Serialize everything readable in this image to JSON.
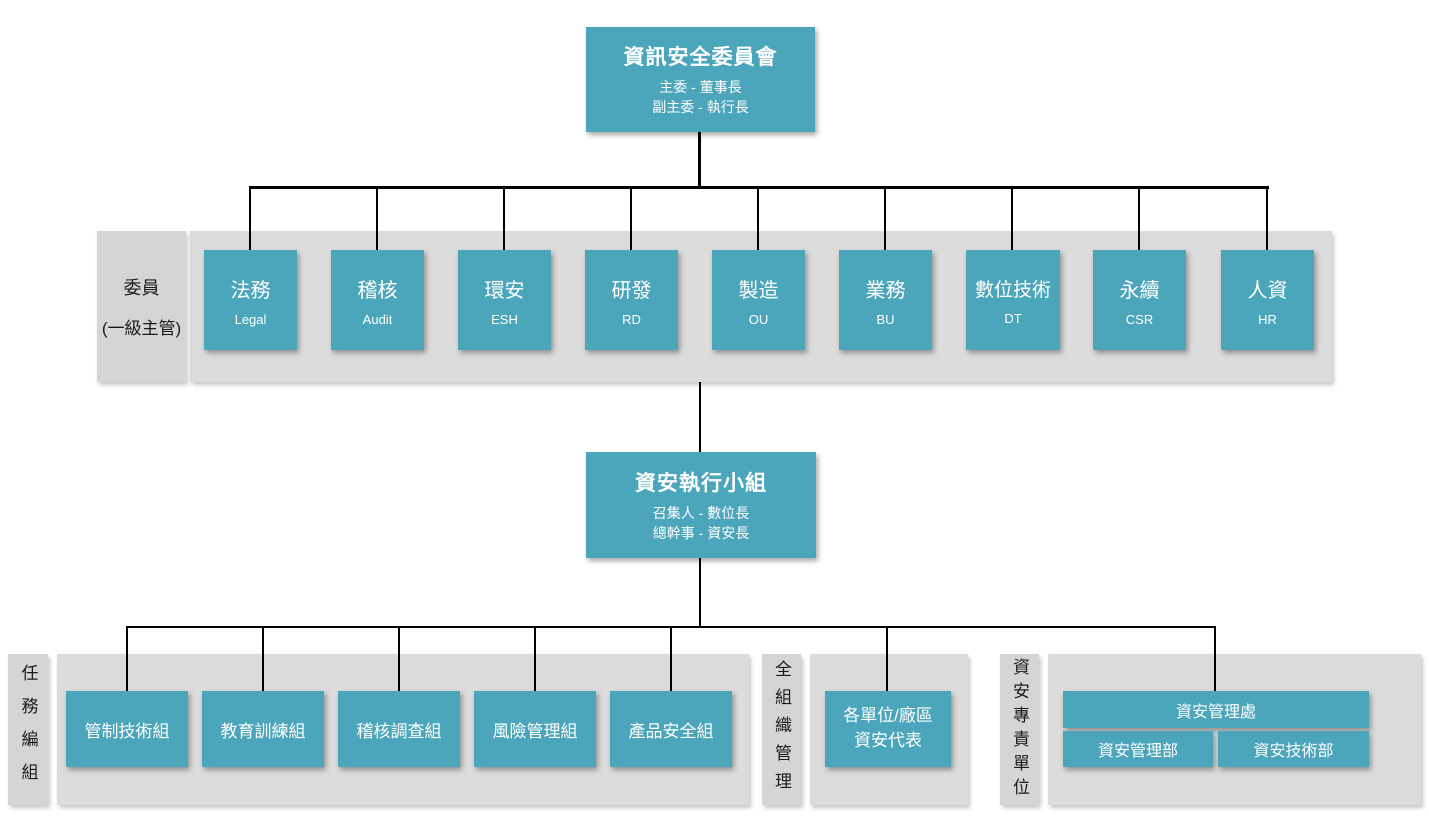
{
  "colors": {
    "node_teal": "#4BA5BB",
    "band_gray": "#DCDCDC",
    "strip_gray": "#D5D5D5",
    "node_text": "#FFFFFF",
    "label_text": "#1A1A1A",
    "connector": "#000000"
  },
  "committee": {
    "title": "資訊安全委員會",
    "subtitle1": "主委 - 董事長",
    "subtitle2": "副主委 - 執行長",
    "label_line1": "委員",
    "label_line2": "(一級主管)",
    "members": [
      {
        "title": "法務",
        "abbr": "Legal"
      },
      {
        "title": "稽核",
        "abbr": "Audit"
      },
      {
        "title": "環安",
        "abbr": "ESH"
      },
      {
        "title": "研發",
        "abbr": "RD"
      },
      {
        "title": "製造",
        "abbr": "OU"
      },
      {
        "title": "業務",
        "abbr": "BU"
      },
      {
        "title": "數位技術",
        "abbr": "DT"
      },
      {
        "title": "永續",
        "abbr": "CSR"
      },
      {
        "title": "人資",
        "abbr": "HR"
      }
    ]
  },
  "exec_team": {
    "title": "資安執行小組",
    "subtitle1": "召集人 - 數位長",
    "subtitle2": "總幹事 - 資安長"
  },
  "task_group": {
    "label": "任務編組",
    "teams": [
      {
        "name": "管制技術組"
      },
      {
        "name": "教育訓練組"
      },
      {
        "name": "稽核調查組"
      },
      {
        "name": "風險管理組"
      },
      {
        "name": "產品安全組"
      }
    ]
  },
  "org_wide": {
    "label": "全組織管理",
    "rep_line1": "各單位/廠區",
    "rep_line2": "資安代表"
  },
  "dedicated_unit": {
    "label": "資安專責單位",
    "division": "資安管理處",
    "dept1": "資安管理部",
    "dept2": "資安技術部"
  }
}
